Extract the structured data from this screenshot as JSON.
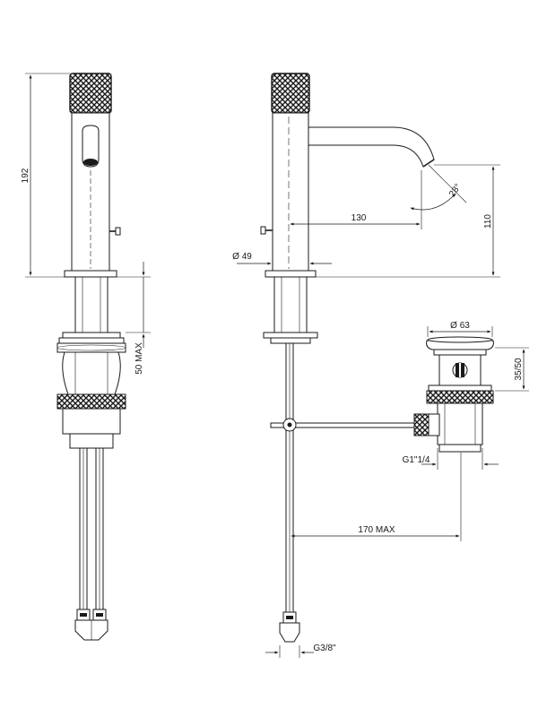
{
  "diagram": {
    "dimensions": {
      "height_total": "192",
      "spout_reach": "130",
      "spout_height": "110",
      "spout_angle": "28°",
      "body_diameter": "Ø 49",
      "deck_thickness": "50 MAX",
      "waste_diameter": "Ø 63",
      "waste_height": "35/50",
      "waste_thread": "G1\"1/4",
      "rod_length": "170 MAX",
      "hose_thread": "G3/8\""
    }
  }
}
